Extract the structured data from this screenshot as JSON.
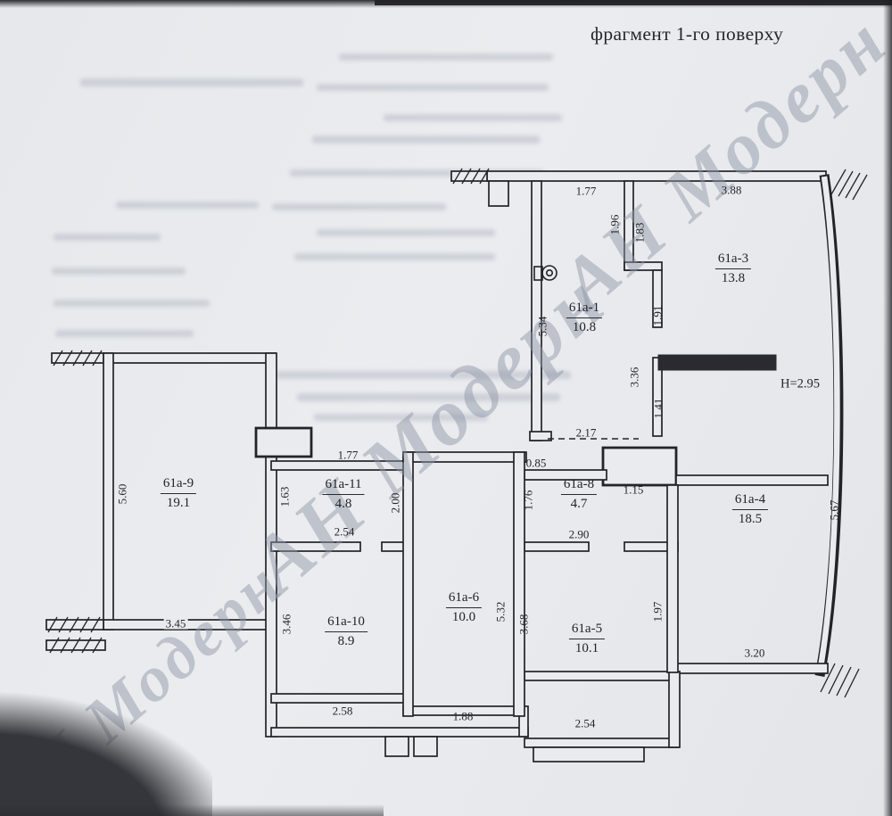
{
  "document": {
    "title": "фрагмент 1-го поверху",
    "height_note": "Н=2.95",
    "watermark": "АН Модерн"
  },
  "rooms": [
    {
      "id": "61а-9",
      "area": "19.1"
    },
    {
      "id": "61а-11",
      "area": "4.8"
    },
    {
      "id": "61а-10",
      "area": "8.9"
    },
    {
      "id": "61а-6",
      "area": "10.0"
    },
    {
      "id": "61а-8",
      "area": "4.7"
    },
    {
      "id": "61а-5",
      "area": "10.1"
    },
    {
      "id": "61а-1",
      "area": "10.8"
    },
    {
      "id": "61а-3",
      "area": "13.8"
    },
    {
      "id": "61а-4",
      "area": "18.5"
    }
  ],
  "dims": [
    "1.77",
    "3.88",
    "1.96",
    "1.83",
    "5.34",
    "1.91",
    "3.36",
    "1.41",
    "2.17",
    "0.85",
    "1.15",
    "5.67",
    "1.77",
    "1.63",
    "2.00",
    "1.76",
    "2.90",
    "2.54",
    "5.60",
    "3.45",
    "3.46",
    "5.32",
    "3.68",
    "1.97",
    "3.20",
    "2.58",
    "1.88",
    "2.54"
  ]
}
